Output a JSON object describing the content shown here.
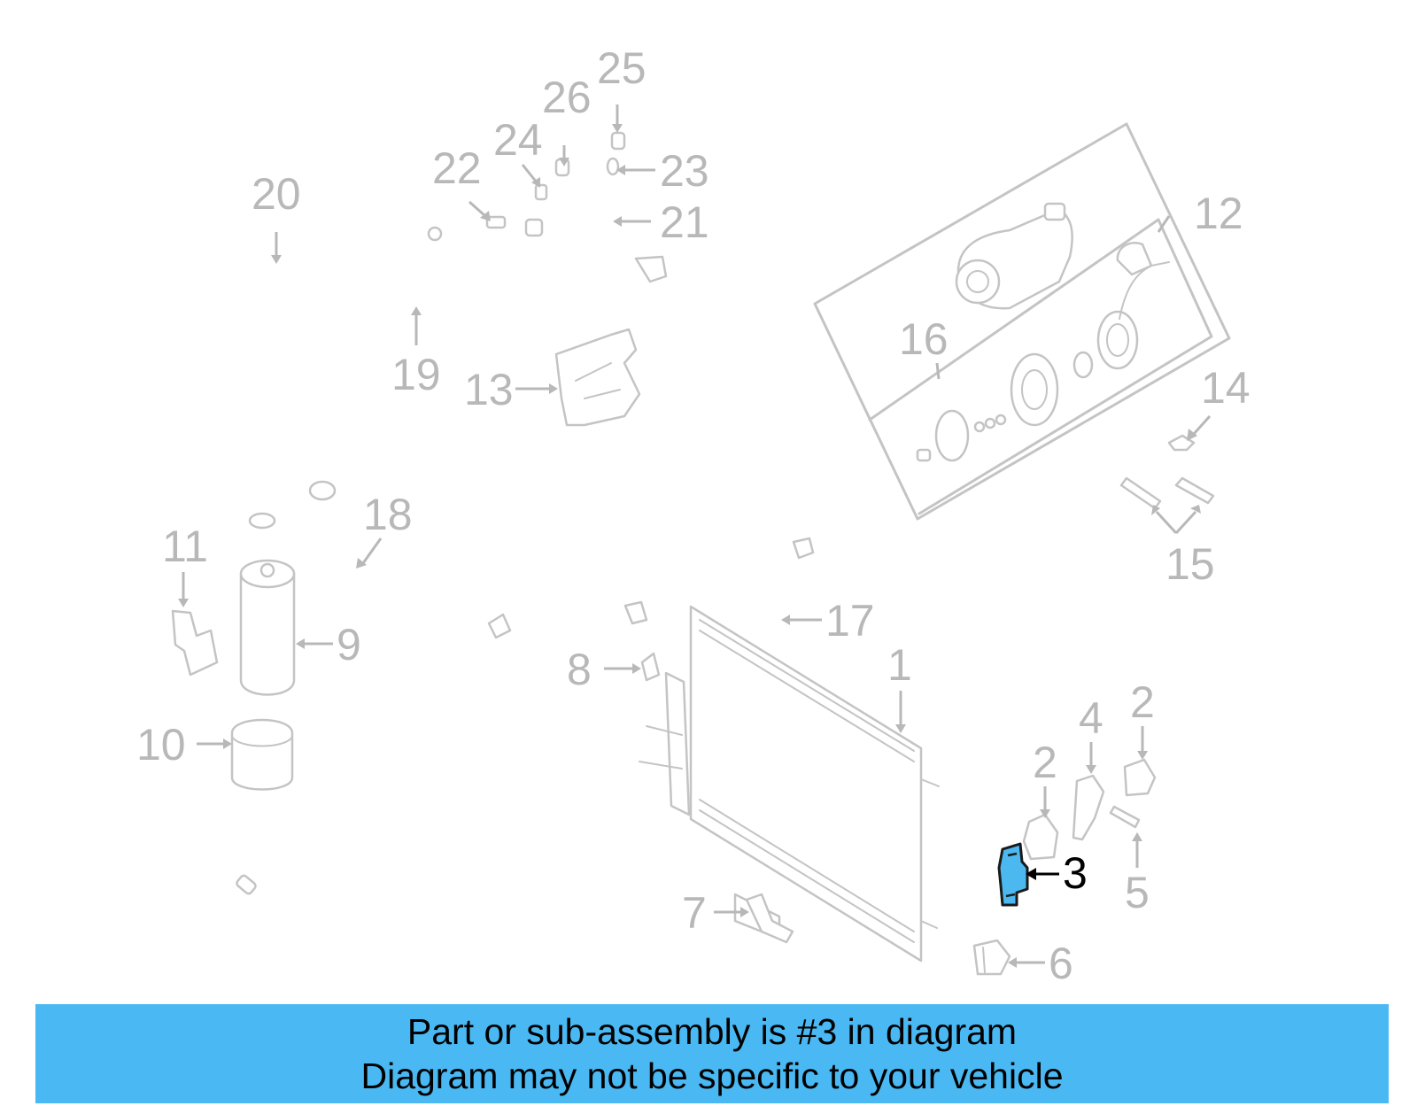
{
  "callouts": {
    "c1": "1",
    "c2a": "2",
    "c2b": "2",
    "c3": "3",
    "c4": "4",
    "c5": "5",
    "c6": "6",
    "c7": "7",
    "c8": "8",
    "c9": "9",
    "c10": "10",
    "c11": "11",
    "c12": "12",
    "c13": "13",
    "c14": "14",
    "c15": "15",
    "c16": "16",
    "c17": "17",
    "c18": "18",
    "c19": "19",
    "c20": "20",
    "c21": "21",
    "c22": "22",
    "c23": "23",
    "c24": "24",
    "c25": "25",
    "c26": "26"
  },
  "highlight": {
    "part_number": "3",
    "color": "#4cb8f0"
  },
  "banner": {
    "line1": "Part or sub-assembly is #3 in diagram",
    "line2": "Diagram may not be specific to your vehicle",
    "background": "#4ab8f2"
  },
  "colors": {
    "diagram_lines": "#c4c4c4",
    "callout_text": "#b8b8b8",
    "highlight_text": "#000000"
  }
}
